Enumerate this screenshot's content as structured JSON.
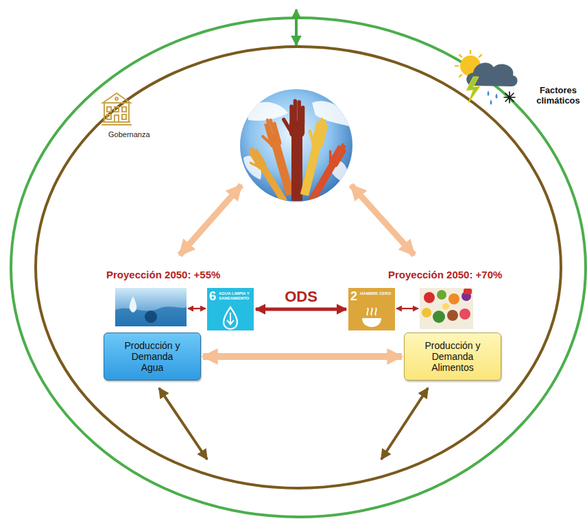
{
  "diagram": {
    "nodes": [
      {
        "text": [
          "6",
          "AGUA LIMPIA Y SANEAMIENTO"
        ]
      },
      {
        "text": [
          "2",
          "HAMBRE CERO"
        ]
      },
      {
        "text": [
          "Producción y Demanda Agua"
        ]
      },
      {
        "text": [
          "Producción y Demanda Alimentos"
        ]
      }
    ],
    "edges": [
      {
        "from": 0,
        "to": 1,
        "arrow": "both",
        "label": "ODS"
      },
      {
        "from": 2,
        "to": 3,
        "arrow": "both"
      }
    ],
    "labels": [
      "Gobernanza",
      "Factores climáticos",
      "Proyección 2050: +55%",
      "Proyección 2050: +70%"
    ]
  }
}
